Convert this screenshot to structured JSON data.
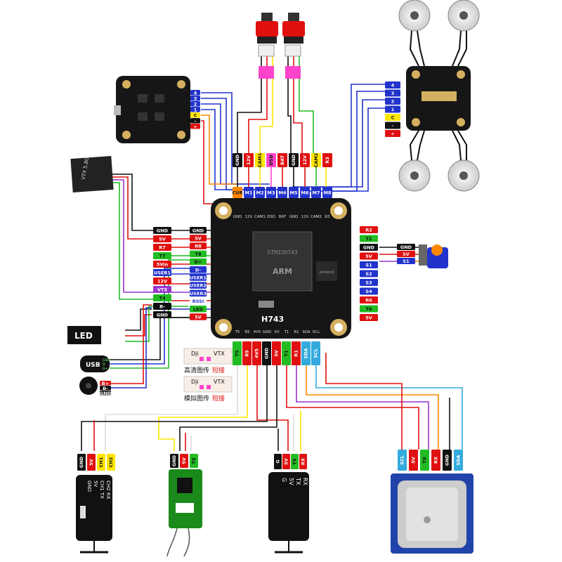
{
  "colors": {
    "board": "#161616",
    "gold": "#d4b060",
    "blue": "#2233cc",
    "red": "#e01010",
    "black": "#111111",
    "green": "#22bb22",
    "yellow": "#ffe600",
    "purple": "#9933cc",
    "orange": "#ff8800",
    "cyan": "#33aadd",
    "pink": "#ff44cc",
    "gray": "#bbbbbb"
  },
  "fc": {
    "name": "H743",
    "chip": "STM32H743",
    "core": "ARM",
    "flash": "winbond"
  },
  "top_pads": [
    "GND",
    "12V",
    "CAM1",
    "DSD",
    "BAT",
    "GND",
    "12V",
    "CAM2",
    "R3"
  ],
  "top_pads2": [
    "CUR",
    "M1",
    "M2",
    "M3",
    "M4",
    "M5",
    "M6",
    "M7",
    "M8"
  ],
  "bottom_pads": [
    "T5",
    "R5",
    "4V5",
    "GND",
    "5V",
    "T1",
    "R1",
    "SDA",
    "SCL"
  ],
  "right_pads": [
    "R2",
    "T2",
    "GND",
    "5V",
    "S1",
    "S2",
    "S3",
    "S4",
    "R6",
    "T6",
    "5V"
  ],
  "left_tags": [
    "GND",
    "5V",
    "R7",
    "T7",
    "5Vin",
    "USER1",
    "12V",
    "VTX",
    "T4",
    "B-",
    "GND"
  ],
  "left_tags2": [
    "GND",
    "5V",
    "R8",
    "T8",
    "D+",
    "D-",
    "USER1",
    "USER2",
    "USER3",
    "RSSI",
    "LED",
    "5V"
  ],
  "esc_left": {
    "pins": [
      "4",
      "3",
      "2",
      "1",
      "C",
      "-",
      "+"
    ]
  },
  "esc_right": {
    "pins": [
      "4",
      "3",
      "2",
      "1",
      "C",
      "-",
      "+"
    ]
  },
  "cam_pads": [
    "GND",
    "12V",
    "CAM1",
    "DSD",
    "BAT",
    "GND",
    "12V",
    "CAM2",
    "R3"
  ],
  "vtx_module": {
    "label": "VTX 5.8G"
  },
  "servo_tags": [
    "GND",
    "5V",
    "S1"
  ],
  "led": {
    "label": "LED",
    "pins": [
      "GND",
      "5V",
      "LED"
    ]
  },
  "usb": {
    "label": "USB",
    "pins": [
      "GND",
      "D-",
      "D+"
    ]
  },
  "buzzer": {
    "pins": [
      "B+",
      "B-",
      "GND"
    ]
  },
  "dji_hd": {
    "tag": "Dji",
    "vtx": "VTX",
    "caption": "高清图传",
    "caption_em": "短接"
  },
  "dji_analog": {
    "tag": "Dji",
    "vtx": "VTX",
    "caption": "模拟图传",
    "caption_em": "短接"
  },
  "rx1": {
    "pins": [
      "GND",
      "5V",
      "CH1",
      "CH2"
    ],
    "labels": [
      "CH2 RX",
      "CH1 TX",
      "5V",
      "GND"
    ]
  },
  "rx2": {
    "pins": [
      "GND",
      "5V",
      "TX"
    ]
  },
  "rx3": {
    "pins": [
      "G",
      "5V",
      "TX",
      "RX"
    ],
    "labels": [
      "RX",
      "TX",
      "5V",
      "G"
    ]
  },
  "gps": {
    "pins": [
      "SCL",
      "5V",
      "TX",
      "RX",
      "GND",
      "SDA"
    ]
  }
}
